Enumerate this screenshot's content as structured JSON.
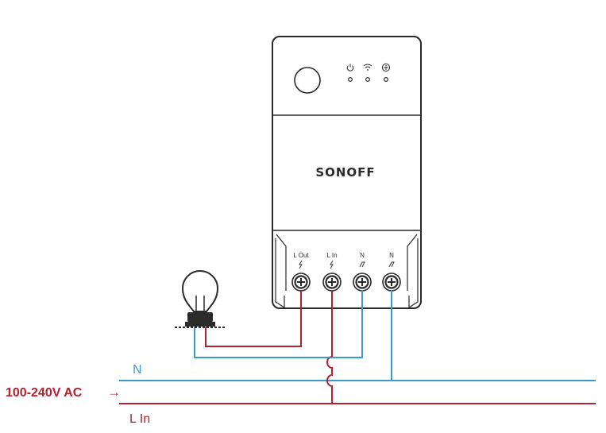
{
  "device": {
    "brand": "SONOFF",
    "indicators": [
      {
        "icon": "power-icon"
      },
      {
        "icon": "wifi-icon"
      },
      {
        "icon": "network-icon"
      }
    ],
    "terminals": [
      {
        "label": "L Out",
        "icon": "lightning-icon"
      },
      {
        "label": "L In",
        "icon": "lightning-icon"
      },
      {
        "label": "N",
        "icon": "neutral-icon"
      },
      {
        "label": "N",
        "icon": "neutral-icon"
      }
    ]
  },
  "lines": {
    "neutral_label": "N",
    "live_label": "L In",
    "voltage_label": "100-240V AC",
    "arrow": "→"
  },
  "colors": {
    "neutral": "#3a9cc6",
    "live": "#b5202e",
    "outline": "#2a2a2a",
    "body": "#ffffff"
  }
}
